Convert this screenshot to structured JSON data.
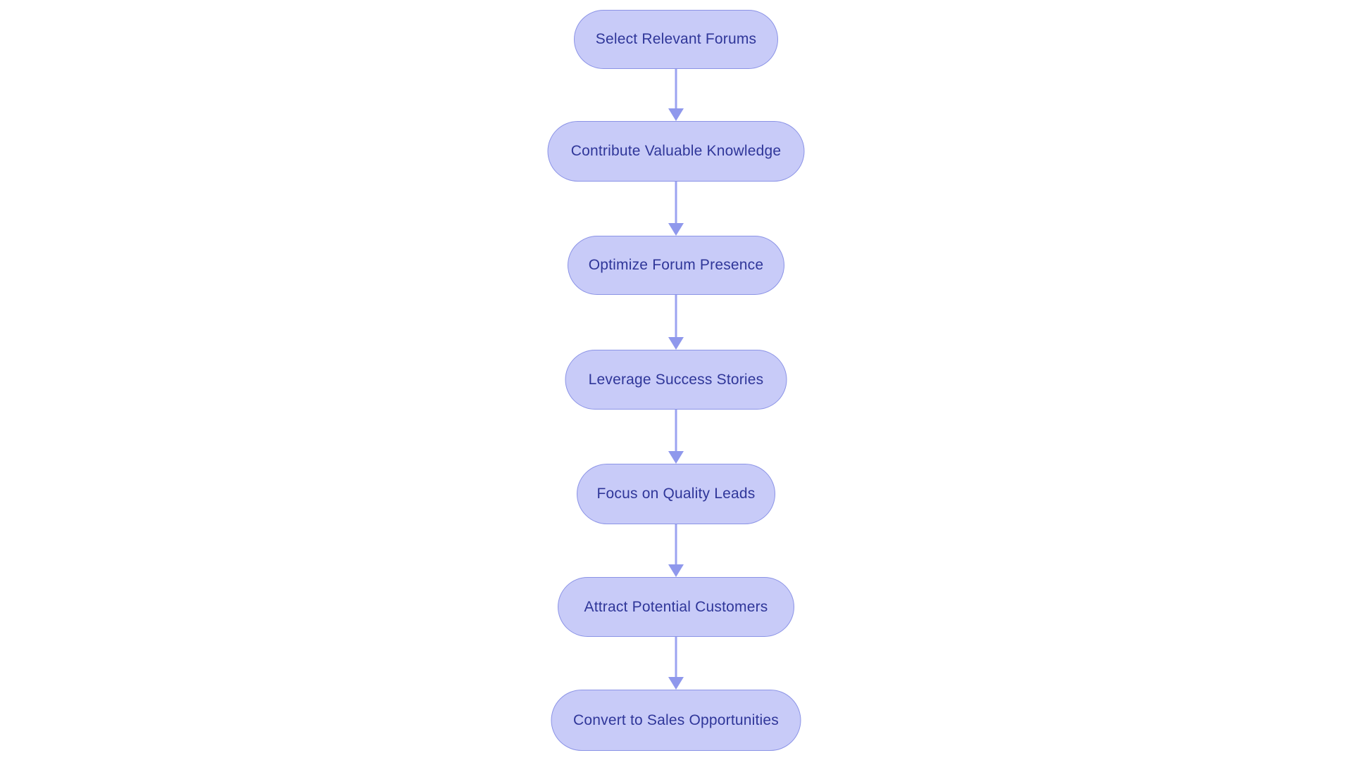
{
  "flow": {
    "type": "flowchart",
    "direction": "top-down",
    "background": "#ffffff",
    "colors": {
      "node_fill": "#c8cbf8",
      "node_border": "#8b93e6",
      "node_text": "#2f3699",
      "arrow": "#8f98ec"
    },
    "nodes": [
      {
        "label": "Select Relevant Forums"
      },
      {
        "label": "Contribute Valuable Knowledge"
      },
      {
        "label": "Optimize Forum Presence"
      },
      {
        "label": "Leverage Success Stories"
      },
      {
        "label": "Focus on Quality Leads"
      },
      {
        "label": "Attract Potential Customers"
      },
      {
        "label": "Convert to Sales Opportunities"
      }
    ],
    "edges": [
      {
        "from": 0,
        "to": 1
      },
      {
        "from": 1,
        "to": 2
      },
      {
        "from": 2,
        "to": 3
      },
      {
        "from": 3,
        "to": 4
      },
      {
        "from": 4,
        "to": 5
      },
      {
        "from": 5,
        "to": 6
      }
    ]
  }
}
